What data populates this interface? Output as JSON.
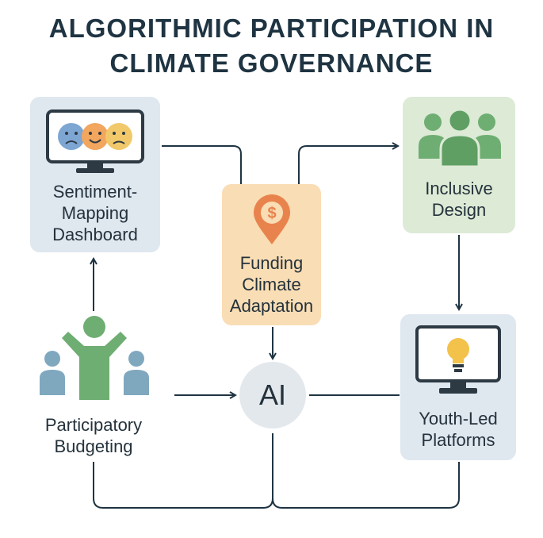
{
  "title": {
    "line1": "ALGORITHMIC PARTICIPATION IN",
    "line2": "CLIMATE GOVERNANCE"
  },
  "nodes": {
    "sentiment": {
      "line1": "Sentiment-",
      "line2": "Mapping",
      "line3": "Dashboard",
      "icon": "monitor-faces-icon"
    },
    "funding": {
      "line1": "Funding",
      "line2": "Climate",
      "line3": "Adaptation",
      "icon": "dollar-pin-icon"
    },
    "inclusive": {
      "line1": "Inclusive",
      "line2": "Design",
      "icon": "people-group-icon"
    },
    "participatory": {
      "line1": "Participatory",
      "line2": "Budgeting",
      "icon": "people-cheer-icon"
    },
    "ai": {
      "label": "AI"
    },
    "youth": {
      "line1": "Youth-Led",
      "line2": "Platforms",
      "icon": "monitor-lightbulb-icon"
    }
  },
  "colors": {
    "title": "#1f3442",
    "blue_box": "#dfe7ef",
    "green_box": "#dcead6",
    "orange_box": "#f9ddb4",
    "line": "#1f3442",
    "green_figure": "#6fae72",
    "blue_figure": "#7fa8bf",
    "orange_pin": "#e9834d"
  }
}
